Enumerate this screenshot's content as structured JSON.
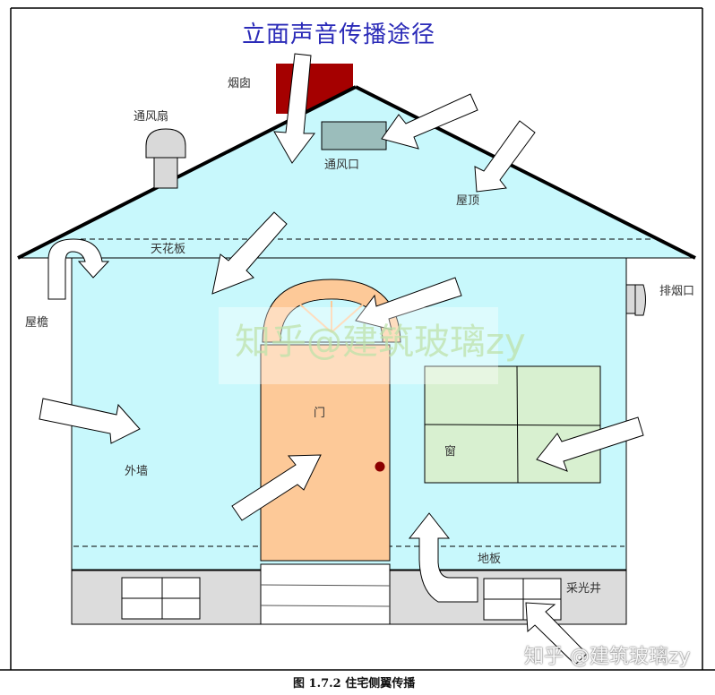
{
  "diagram": {
    "title": "立面声音传播途径",
    "caption": "图 1.7.2 住宅侧翼传播",
    "labels": {
      "chimney": "烟囱",
      "ventilation_fan": "通风扇",
      "vent": "通风口",
      "roof": "屋顶",
      "ceiling": "天花板",
      "eaves": "屋檐",
      "exhaust_vent": "排烟口",
      "exterior_wall": "外墙",
      "door": "门",
      "window": "窗",
      "floor": "地板",
      "light_well": "采光井"
    },
    "watermark_center": "知乎@建筑玻璃zy",
    "watermark_corner": "知乎 @建筑玻璃zy",
    "colors": {
      "title": "#2b2bb8",
      "wall": "#c8f8fc",
      "roof_fill": "#c8f8fc",
      "chimney": "#a50000",
      "door": "#fdc998",
      "window": "#d8f0d0",
      "foundation": "#dcdcdc",
      "vent": "#9bbdbb",
      "fan": "#d9d9d9",
      "doorknob": "#8b0000",
      "arrow": "#ffffff"
    }
  }
}
